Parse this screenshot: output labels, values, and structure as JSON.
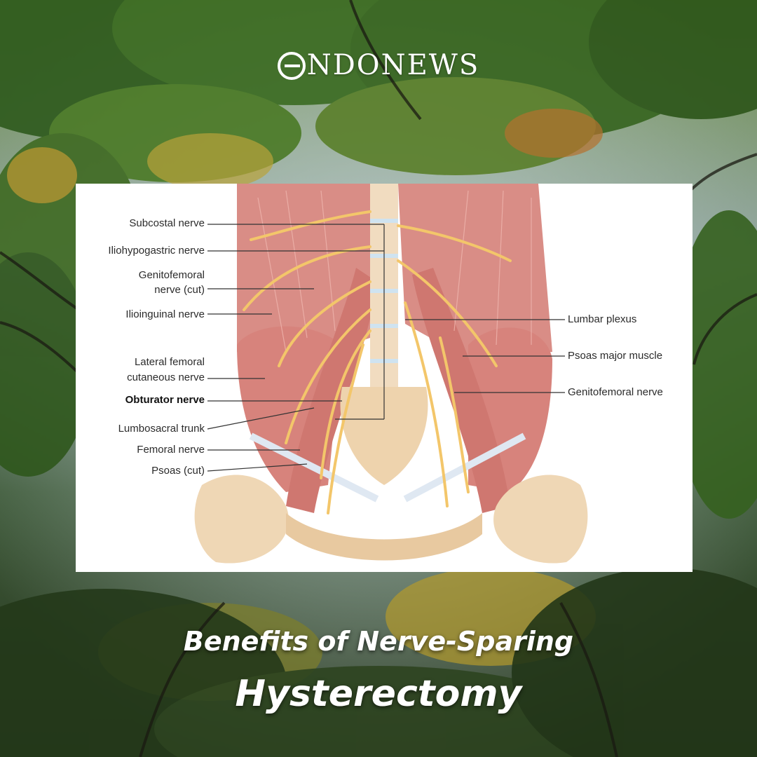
{
  "brand": {
    "logo_text": "NDONEWS"
  },
  "figure": {
    "labels_left": {
      "subcostal": "Subcostal nerve",
      "iliohypogastric": "Iliohypogastric nerve",
      "genitofemoral_cut_1": "Genitofemoral",
      "genitofemoral_cut_2": "nerve (cut)",
      "ilioinguinal": "Ilioinguinal nerve",
      "lateral_femoral_1": "Lateral femoral",
      "lateral_femoral_2": "cutaneous nerve",
      "obturator": "Obturator nerve",
      "lumbosacral": "Lumbosacral trunk",
      "femoral": "Femoral nerve",
      "psoas_cut": "Psoas (cut)"
    },
    "labels_right": {
      "lumbar_plexus": "Lumbar plexus",
      "psoas_major": "Psoas major muscle",
      "genitofemoral": "Genitofemoral nerve"
    }
  },
  "headline": {
    "line1": "Benefits of Nerve-Sparing",
    "line2": "Hysterectomy"
  },
  "colors": {
    "muscle": "#d98d86",
    "nerve": "#f3c66a",
    "bone": "#efd7b5",
    "text_white": "#ffffff"
  }
}
